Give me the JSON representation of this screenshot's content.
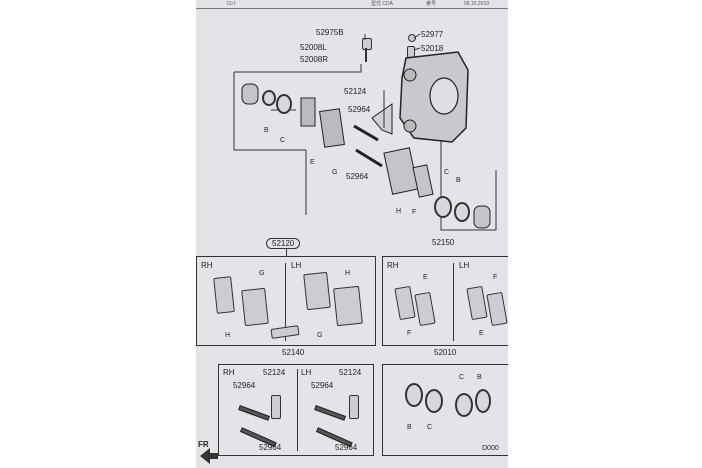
{
  "header": {
    "left": "ﾌﾛﾝﾄ",
    "mid": "型式 CDA",
    "right": "番号",
    "date": "06.15.2010"
  },
  "top_labels": {
    "p52975B": "52975B",
    "p52977": "52977",
    "p52008L": "52008L",
    "p52018": "52018",
    "p52008R": "52008R",
    "p52124": "52124",
    "p52964a": "52964",
    "p52964b": "52964",
    "p52150": "52150"
  },
  "letters": {
    "B": "B",
    "C": "C",
    "E": "E",
    "F": "F",
    "G": "G",
    "H": "H"
  },
  "pad_kit": {
    "number": "52120",
    "rh": "RH",
    "lh": "LH",
    "caption": "52140"
  },
  "shim_kit": {
    "rh": "RH",
    "lh": "LH",
    "caption": "52010"
  },
  "pin_kit": {
    "rh": "RH",
    "lh": "LH",
    "p52124": "52124",
    "p52964": "52964"
  },
  "footer": {
    "fr": "FR",
    "code": "D000"
  }
}
